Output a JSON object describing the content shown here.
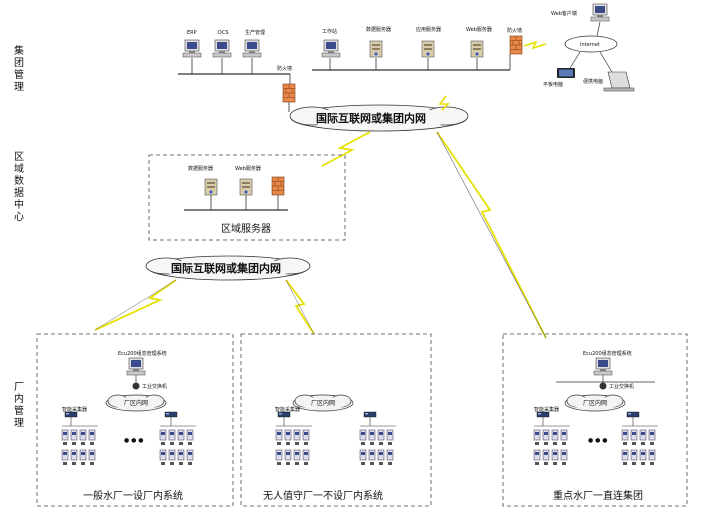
{
  "side_labels": {
    "group": "集团管理",
    "regional": "区域数据中心",
    "plant": "厂内管理"
  },
  "top": {
    "nodes": [
      "ERP",
      "DCS",
      "生产管理",
      "工作站",
      "数据服务器",
      "应用服务器",
      "Web服务器"
    ],
    "firewall_left": "防火墙",
    "firewall_right": "防火墙",
    "internet": "Internet",
    "web_client": "Web客户端",
    "tablet": "平板电脑",
    "laptop": "便携电脑"
  },
  "cloud_main": "国际互联网或集团内网",
  "regional": {
    "data_server": "数据服务器",
    "web_server": "Web服务器",
    "box_title": "区域服务器"
  },
  "cloud_second": "国际互联网或集团内网",
  "plants": [
    {
      "station": "Ecu200组态管理系统",
      "switch": "工业交换机",
      "lan": "厂区内网",
      "collector": "智能采集器",
      "dots": "● ● ●",
      "title": "一般水厂一设厂内系统"
    },
    {
      "station": "",
      "switch": "",
      "lan": "厂区内网",
      "collector": "智能采集器",
      "dots": "",
      "title": "无人值守厂一不设厂内系统"
    },
    {
      "station": "Ecu200组态管理系统",
      "switch": "工业交换机",
      "lan": "厂区内网",
      "collector": "智能采集器",
      "dots": "● ● ●",
      "title": "重点水厂一直连集团"
    }
  ],
  "colors": {
    "firewall": "#e8884a",
    "lightning": "#e8e000",
    "server": "#d8ccaa",
    "monitor": "#3a4a8a"
  }
}
